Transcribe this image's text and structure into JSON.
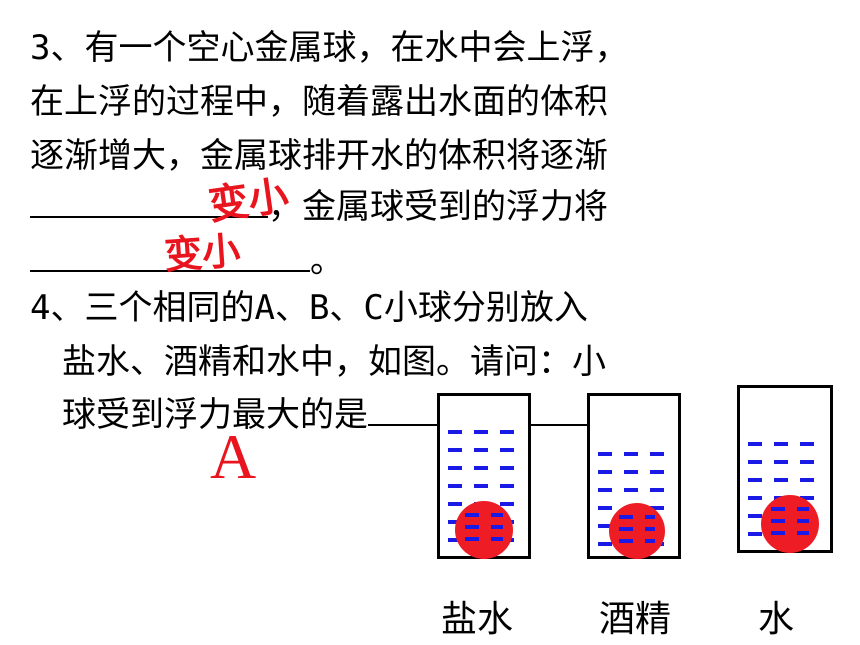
{
  "q3": {
    "line1": "3、有一个空心金属球，在水中会上浮，",
    "line2": "在上浮的过程中，随着露出水面的体积",
    "line3": "逐渐增大，金属球排开水的体积将逐渐",
    "line4_text": "，金属球受到的浮力将",
    "line5_end": "。",
    "answer1": "变小",
    "answer2": "变小"
  },
  "q4": {
    "line1": "4、三个相同的A、B、C小球分别放入",
    "line2": "盐水、酒精和水中，如图。请问：小",
    "line3": "球受到浮力最大的是",
    "line3_end": "。",
    "answer": "A"
  },
  "beakers": [
    {
      "label": "盐水",
      "liquid_color": "#1a1ae6",
      "ball_color": "#ee1c25"
    },
    {
      "label": "酒精",
      "liquid_color": "#1a1ae6",
      "ball_color": "#ee1c25"
    },
    {
      "label": "水",
      "liquid_color": "#1a1ae6",
      "ball_color": "#ee1c25"
    }
  ]
}
